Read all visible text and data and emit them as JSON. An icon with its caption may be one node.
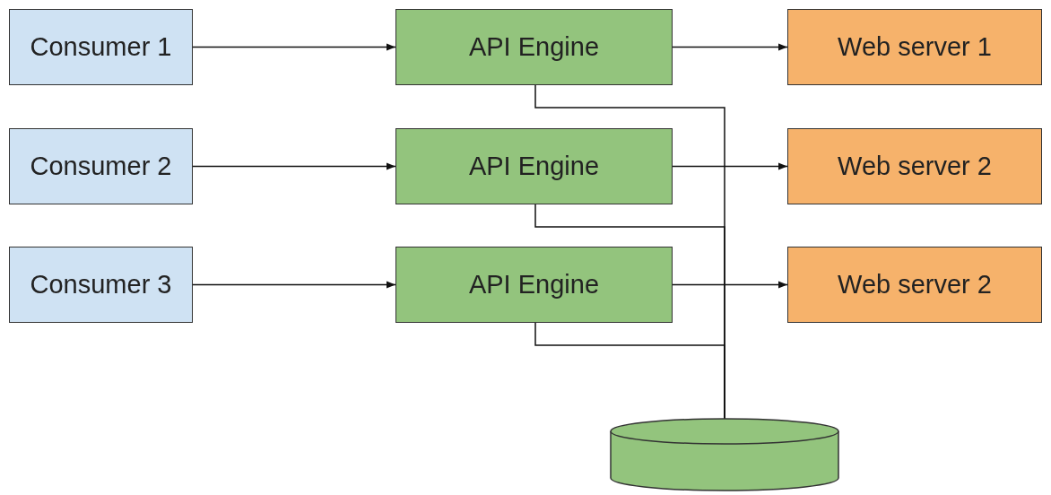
{
  "diagram": {
    "nodes": [
      {
        "text": [
          "Consumer 1"
        ]
      },
      {
        "text": [
          "API Engine"
        ]
      },
      {
        "text": [
          "Web server 1"
        ]
      },
      {
        "text": [
          "Consumer 2"
        ]
      },
      {
        "text": [
          "API Engine"
        ]
      },
      {
        "text": [
          "Web server 2"
        ]
      },
      {
        "text": [
          "Consumer 3"
        ]
      },
      {
        "text": [
          "API Engine"
        ]
      },
      {
        "text": [
          "Web server 2"
        ]
      },
      {
        "text": [],
        "shape": "cylinder"
      }
    ],
    "edges": [
      {
        "from": 0,
        "to": 1,
        "arrow": "to"
      },
      {
        "from": 1,
        "to": 2,
        "arrow": "to"
      },
      {
        "from": 3,
        "to": 4,
        "arrow": "to"
      },
      {
        "from": 4,
        "to": 5,
        "arrow": "to"
      },
      {
        "from": 6,
        "to": 7,
        "arrow": "to"
      },
      {
        "from": 7,
        "to": 8,
        "arrow": "to"
      },
      {
        "from": 1,
        "to": 9,
        "arrow": "none"
      },
      {
        "from": 4,
        "to": 9,
        "arrow": "none"
      },
      {
        "from": 7,
        "to": 9,
        "arrow": "none"
      }
    ]
  }
}
